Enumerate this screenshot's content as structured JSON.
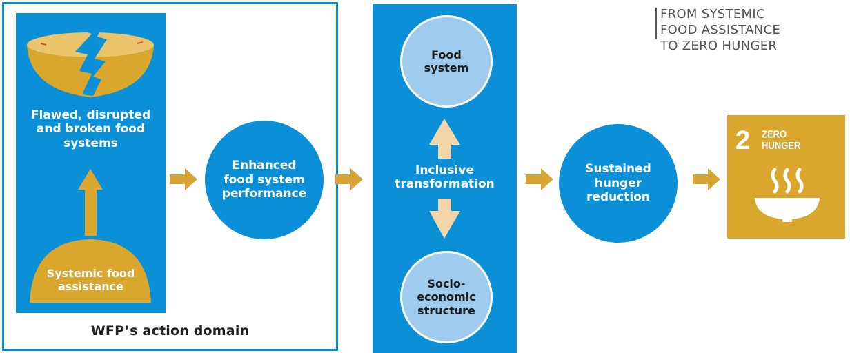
{
  "heading": {
    "lines": [
      "FROM SYSTEMIC",
      "FOOD ASSISTANCE",
      "TO ZERO HUNGER"
    ]
  },
  "domain": {
    "label": "WFP’s action domain",
    "flawed_text": [
      "Flawed, disrupted",
      "and broken food",
      "systems"
    ],
    "systemic_text": [
      "Systemic food",
      "assistance"
    ]
  },
  "enhanced": [
    "Enhanced",
    "food system",
    "performance"
  ],
  "transformation": {
    "food_system": [
      "Food",
      "system"
    ],
    "inclusive": [
      "Inclusive",
      "transformation"
    ],
    "socio": [
      "Socio-",
      "economic",
      "structure"
    ]
  },
  "sustained": [
    "Sustained",
    "hunger",
    "reduction"
  ],
  "sdg": {
    "number": "2",
    "words": [
      "ZERO",
      "HUNGER"
    ],
    "icon": "steaming-bowl-icon"
  },
  "colors": {
    "blue": "#0b8fd6",
    "light_blue": "#9fcbee",
    "gold": "#d9a72d",
    "arrow_gold": "#d6a533",
    "cream": "#f2d5a8"
  }
}
